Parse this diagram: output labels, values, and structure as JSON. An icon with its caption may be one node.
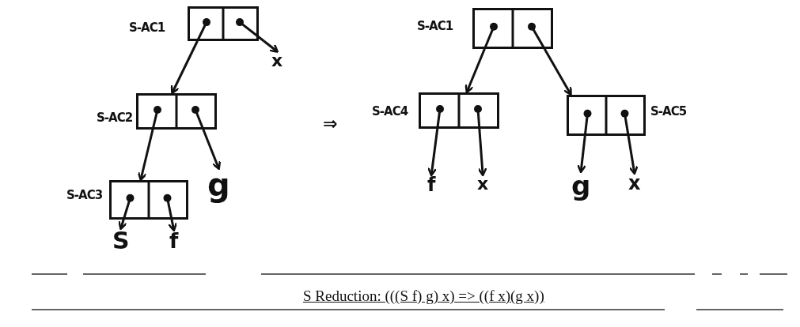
{
  "diagram": {
    "caption": "S Reduction: (((S f) g) x) => ((f x)(g x))",
    "nodes": [
      {
        "text": [],
        "shape": "box",
        "beside": [
          "S-AC1"
        ]
      },
      {
        "text": [
          "x"
        ]
      },
      {
        "text": [],
        "shape": "box",
        "beside": [
          "S-AC2"
        ]
      },
      {
        "text": [
          "g"
        ]
      },
      {
        "text": [],
        "shape": "box",
        "beside": [
          "S-AC3"
        ]
      },
      {
        "text": [
          "S"
        ]
      },
      {
        "text": [
          "f"
        ]
      },
      {
        "text": [],
        "shape": "box",
        "beside": [
          "S-AC1"
        ]
      },
      {
        "text": [],
        "shape": "box",
        "beside": [
          "S-AC4"
        ]
      },
      {
        "text": [],
        "shape": "box",
        "beside": [
          "S-AC5"
        ]
      },
      {
        "text": [
          "f"
        ]
      },
      {
        "text": [
          "x"
        ]
      },
      {
        "text": [
          "g"
        ]
      },
      {
        "text": [
          "x"
        ]
      }
    ],
    "edges": [
      {
        "from": 0,
        "to": 2,
        "arrow": "to"
      },
      {
        "from": 0,
        "to": 1,
        "arrow": "to"
      },
      {
        "from": 2,
        "to": 4,
        "arrow": "to"
      },
      {
        "from": 2,
        "to": 3,
        "arrow": "to"
      },
      {
        "from": 4,
        "to": 5,
        "arrow": "to"
      },
      {
        "from": 4,
        "to": 6,
        "arrow": "to"
      },
      {
        "from": 7,
        "to": 8,
        "arrow": "to"
      },
      {
        "from": 7,
        "to": 9,
        "arrow": "to"
      },
      {
        "from": 8,
        "to": 10,
        "arrow": "to"
      },
      {
        "from": 8,
        "to": 11,
        "arrow": "to"
      },
      {
        "from": 9,
        "to": 12,
        "arrow": "to"
      },
      {
        "from": 9,
        "to": 13,
        "arrow": "to"
      }
    ],
    "labels": [
      "⇒"
    ]
  }
}
